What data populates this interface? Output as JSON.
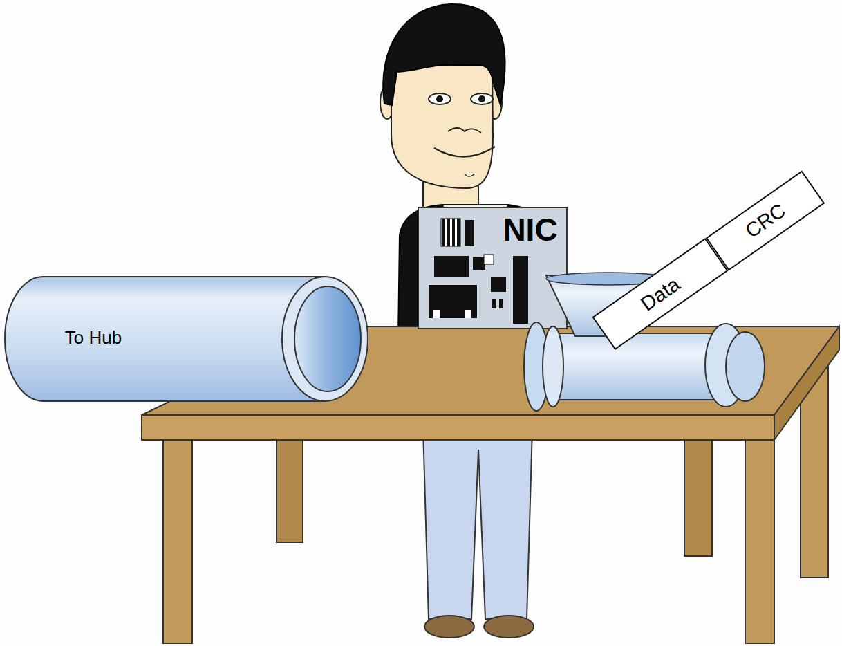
{
  "diagram": {
    "nodes": [
      {
        "text": [
          "To Hub"
        ]
      },
      {
        "text": [
          "NIC"
        ]
      },
      {
        "text": [
          "Data"
        ]
      },
      {
        "text": [
          "CRC"
        ]
      }
    ]
  }
}
